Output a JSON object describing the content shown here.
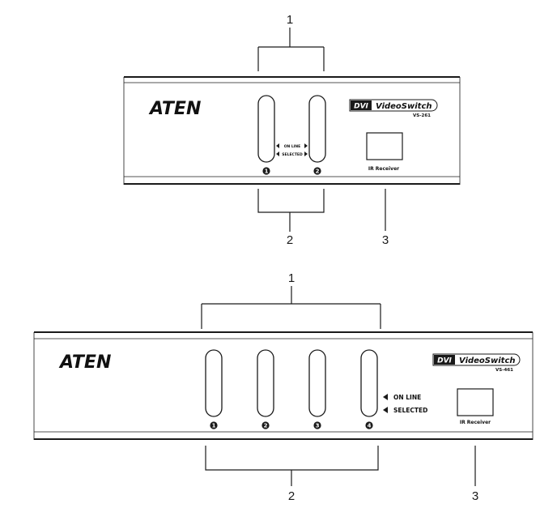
{
  "diagrams": [
    {
      "callouts": {
        "buttons": "1",
        "leds": "2",
        "ir": "3"
      },
      "brand": "ATEN",
      "product_badge": "DVI",
      "product_name": "VideoSwitch",
      "model": "VS-261",
      "led_labels": {
        "online": "ON LINE",
        "selected": "SELECTED"
      },
      "port_numbers": [
        "1",
        "2"
      ],
      "ir_label": "IR Receiver"
    },
    {
      "callouts": {
        "buttons": "1",
        "leds": "2",
        "ir": "3"
      },
      "brand": "ATEN",
      "product_badge": "DVI",
      "product_name": "VideoSwitch",
      "model": "VS-461",
      "led_labels": {
        "online": "ON LINE",
        "selected": "SELECTED"
      },
      "port_numbers": [
        "1",
        "2",
        "3",
        "4"
      ],
      "ir_label": "IR Receiver"
    }
  ],
  "colors": {
    "ink": "#1a1a1a",
    "panel_fill": "#ffffff",
    "rule": "#1a1a1a"
  }
}
